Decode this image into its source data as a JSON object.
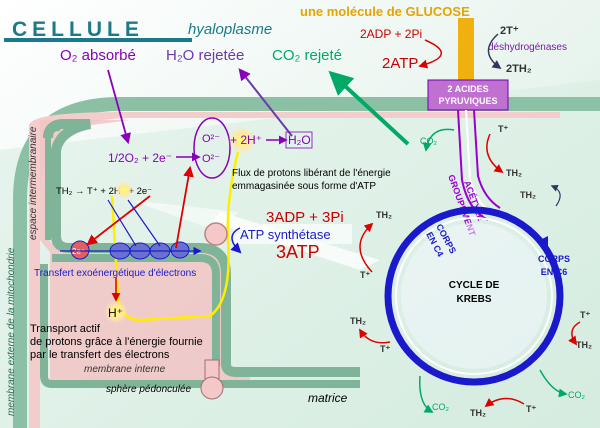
{
  "title": "CELLULE",
  "hyaloplasme": "hyaloplasme",
  "glucose_title": "une molécule de GLUCOSE",
  "top_left": {
    "o2": "O₂ absorbé",
    "h2o": "H₂O rejetée",
    "co2": "CO₂ rejeté"
  },
  "glycolysis": {
    "adp": "2ADP + 2Pi",
    "atp": "2ATP",
    "t_plus": "2T⁺",
    "dehydro": "déshydrogénases",
    "th2": "2TH₂",
    "pyruvic_1": "2 ACIDES",
    "pyruvic_2": "PYRUVIQUES"
  },
  "membranes": {
    "outer": "membrane externe de la mitochondrie",
    "space_1": "espace intermembranaire",
    "inner": "membrane interne",
    "sphere": "sphère pédonculée",
    "matrix": "matrice"
  },
  "chain": {
    "o2_half": "1/2O₂ + 2e⁻",
    "o_minus_1": "O²⁻",
    "o_minus_2": "O²⁻",
    "two_h": "+ 2H⁺",
    "h2o": "H₂O",
    "th2_eq": "TH₂ → T⁺ + 2H⁺ + 2e⁻",
    "electron_1": "2e⁻",
    "transfert": "Transfert exoénergétique d'électrons",
    "h_plus": "H⁺",
    "two_h_center": "2H⁺"
  },
  "flux": {
    "line1": "Flux de protons libérant de l'énergie",
    "line2": "emmagasinée sous forme d'ATP"
  },
  "atp_synthase": {
    "adp": "3ADP + 3Pi",
    "enzyme": "ATP synthétase",
    "atp": "3ATP"
  },
  "transport": {
    "line1": "Transport actif",
    "line2": "de protons grâce à l'énergie fournie",
    "line3": "par le transfert des électrons"
  },
  "krebs": {
    "title_1": "CYCLE DE",
    "title_2": "KREBS",
    "c4_1": "CORPS",
    "c4_2": "EN C4",
    "c6_1": "CORPS",
    "c6_2": "EN C6",
    "acetyl_1": "GROUPEMENT",
    "acetyl_2": "ACÉTYLE",
    "co2": "CO₂",
    "t_plus": "T⁺",
    "th2": "TH₂"
  },
  "colors": {
    "purple": "#9900cc",
    "green": "#00aa66",
    "red": "#dd0000",
    "blue": "#1a1acc",
    "membrane": "#90c0a8",
    "pink": "#f4c8c8"
  }
}
